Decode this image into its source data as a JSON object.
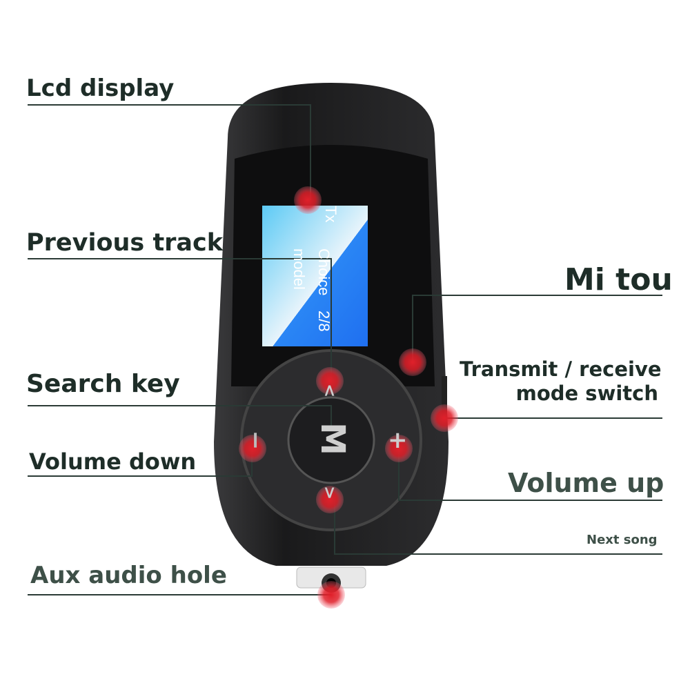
{
  "labels": {
    "lcd_display": "Lcd display",
    "previous_track": "Previous track",
    "mi_tou": "Mi tou",
    "search_key": "Search key",
    "mode_switch_line1": "Transmit / receive",
    "mode_switch_line2": "mode switch",
    "volume_down": "Volume down",
    "volume_up": "Volume up",
    "next_song": "Next song",
    "aux_audio_hole": "Aux audio hole"
  },
  "lcd": {
    "mode": "Tx",
    "line1": "Choice",
    "line2": "model",
    "counter": "2/8"
  },
  "buttons": {
    "center": "M",
    "minus": "−",
    "plus": "+",
    "up": "<",
    "down": ">"
  },
  "colors": {
    "body": "#1c1c1e",
    "lcd_light": "#5ccaf5",
    "lcd_dark": "#1f6ff0",
    "marker": "#e0202a",
    "label": "#1e2d28"
  }
}
